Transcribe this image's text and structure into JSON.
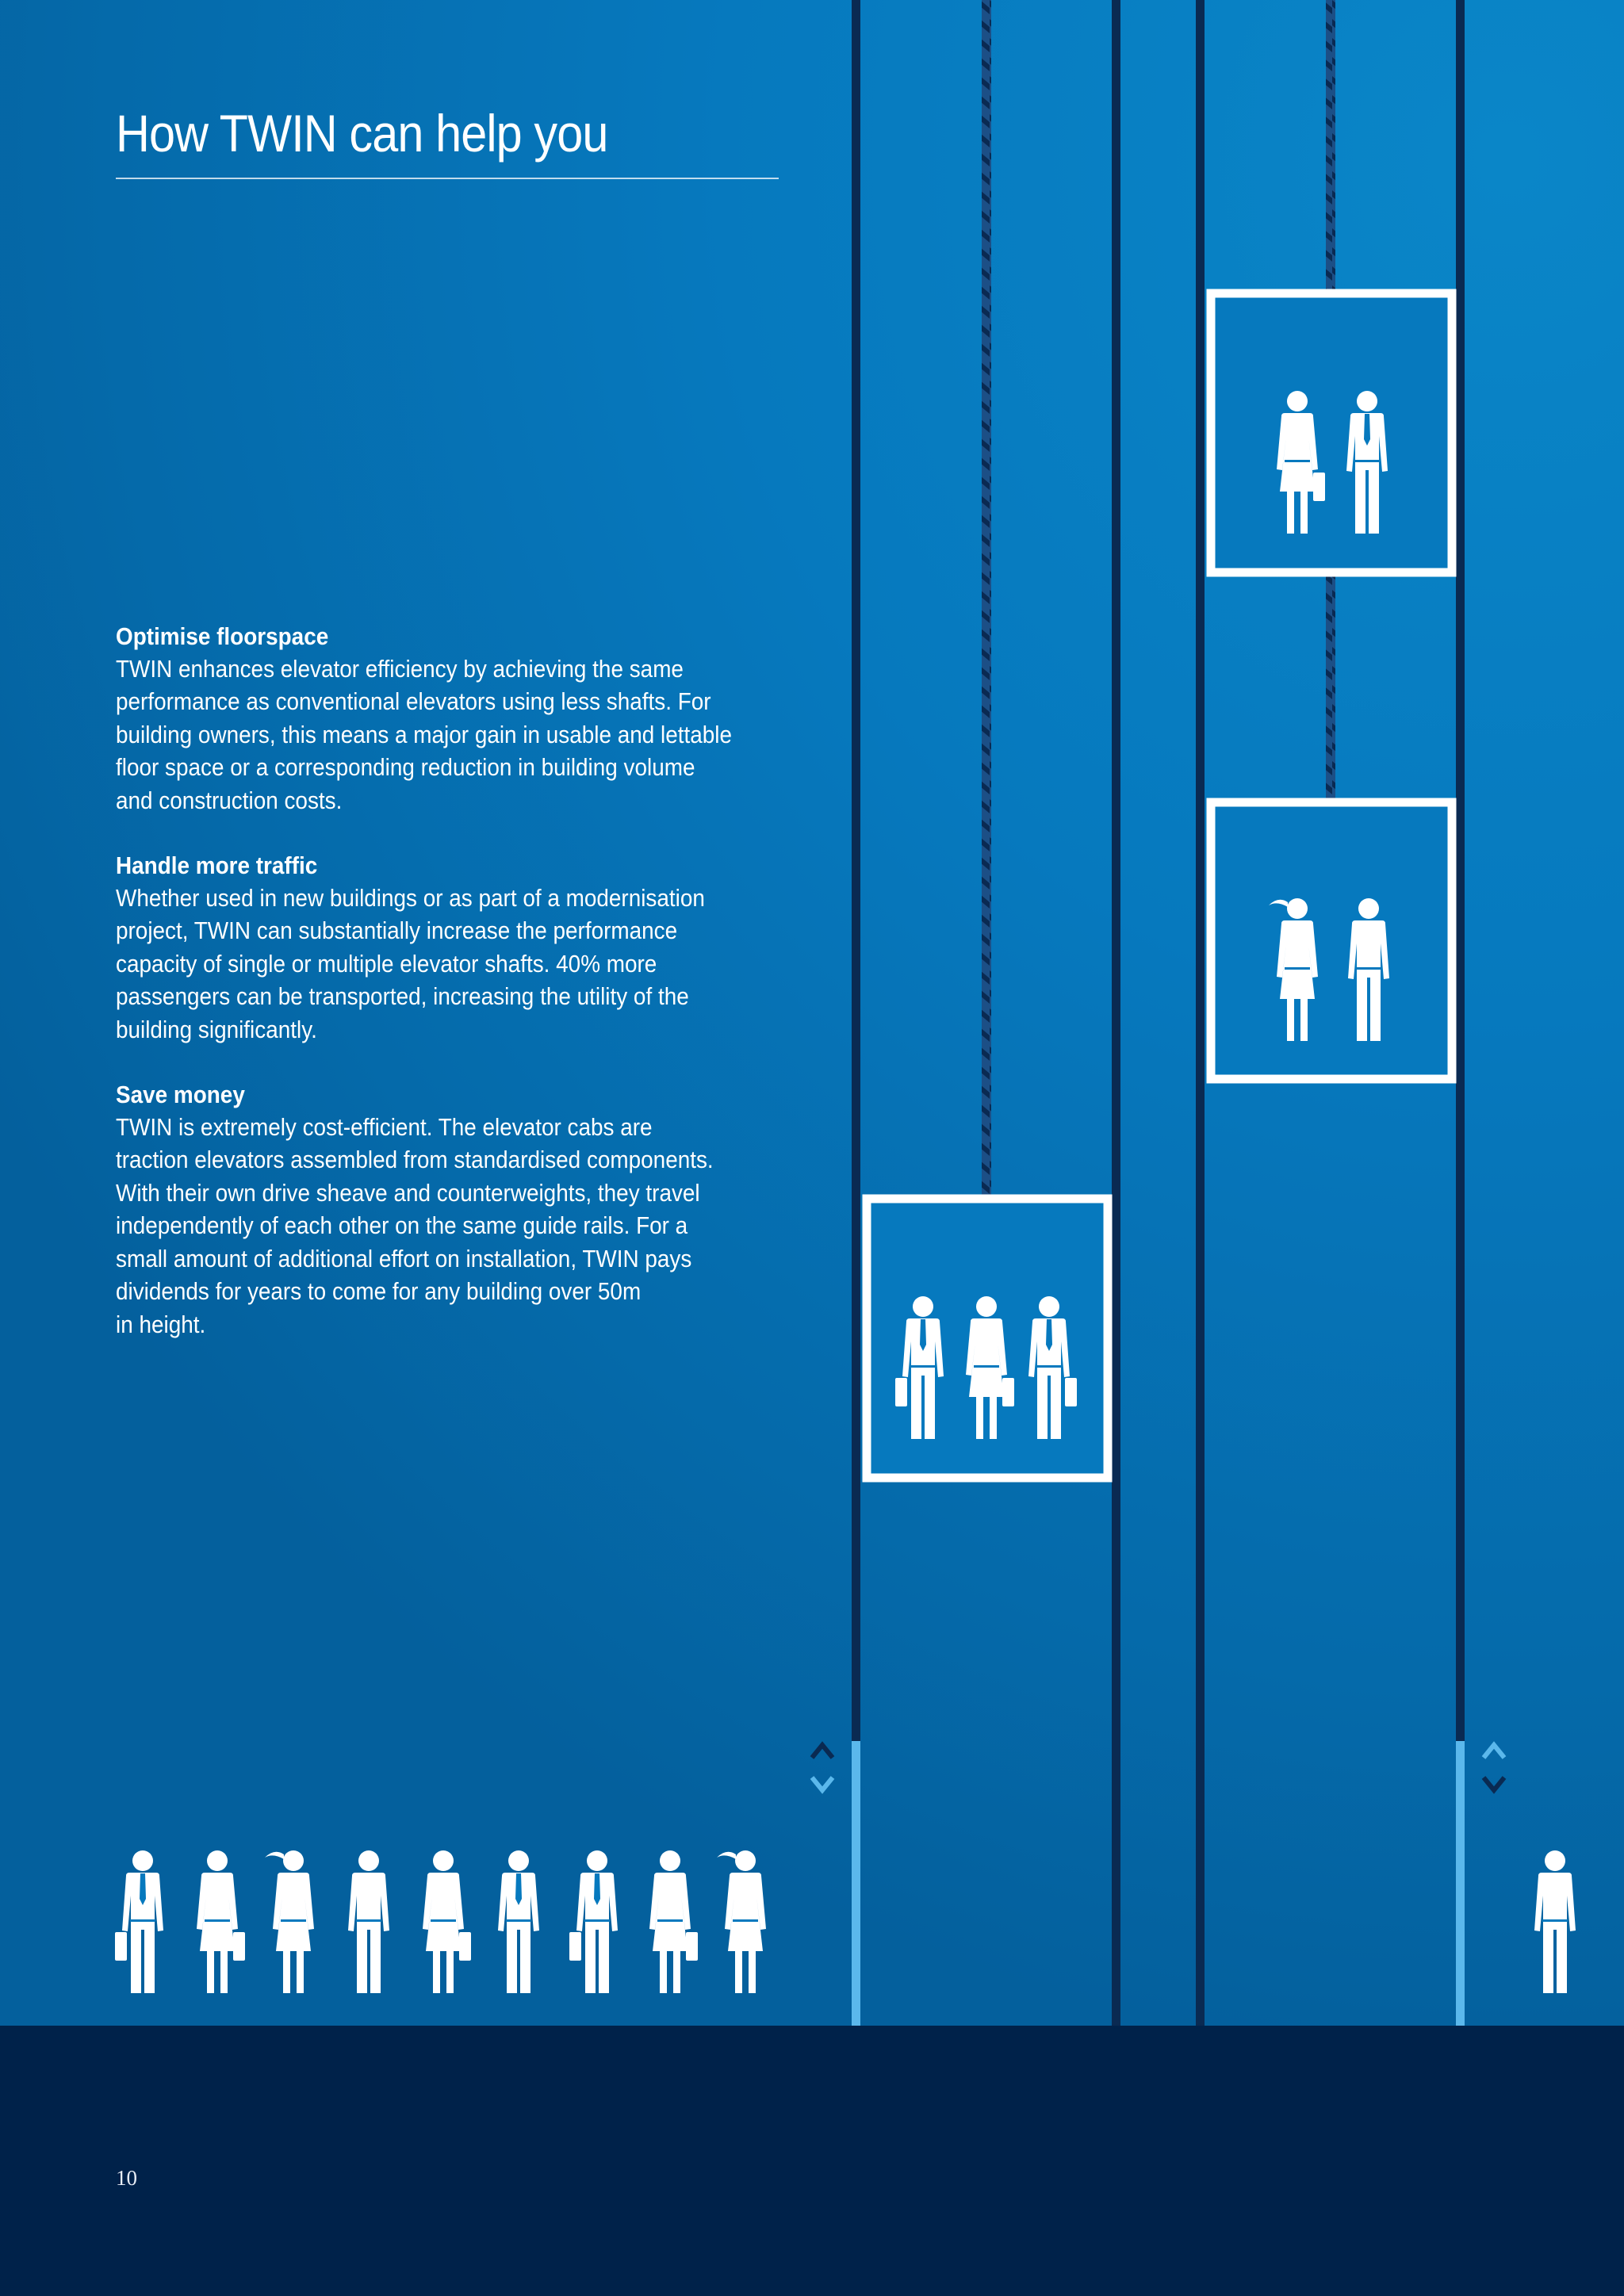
{
  "page": {
    "title": "How TWIN can help you",
    "sections": [
      {
        "heading": "Optimise floorspace",
        "lines": [
          "TWIN enhances elevator efficiency by achieving the same",
          "performance as conventional elevators using less shafts. For",
          "building owners, this means a major gain in usable and lettable",
          "floor space or a corresponding reduction in building volume",
          "and construction costs."
        ]
      },
      {
        "heading": "Handle more traffic",
        "lines": [
          "Whether used in new buildings or as part of a modernisation",
          "project, TWIN can substantially increase the performance",
          "capacity of single or multiple elevator shafts. 40% more",
          "passengers can be transported, increasing the utility of the",
          "building significantly."
        ]
      },
      {
        "heading": "Save money",
        "lines": [
          "TWIN is extremely cost-efficient. The elevator cabs are",
          "traction elevators assembled from standardised components.",
          "With their own drive sheave and counterweights, they travel",
          "independently of each other on the same guide rails. For a",
          "small amount of additional effort on installation, TWIN pays",
          "dividends for years to come for any building over 50m",
          "in height."
        ]
      }
    ],
    "page_number": "10"
  },
  "colors": {
    "background": "#0679be",
    "footer": "#00224a",
    "shaft_wall": "#0a2a52",
    "light_rail": "#5bb8ec",
    "figure": "#ffffff"
  },
  "illustration": {
    "icons": [
      "elevator-shaft",
      "elevator-cab",
      "person-man-icon",
      "person-woman-icon",
      "up-arrow-icon",
      "down-arrow-icon"
    ],
    "queue_left": [
      "man-briefcase",
      "woman-briefcase",
      "woman-ponytail",
      "man",
      "woman-briefcase",
      "man-tie",
      "man-briefcase",
      "woman-briefcase",
      "woman-ponytail"
    ],
    "cab_left": [
      "man-briefcase",
      "woman-briefcase",
      "man-briefcase"
    ],
    "cab_upper_right": [
      "woman-briefcase",
      "man-tie"
    ],
    "cab_lower_right": [
      "woman-ponytail",
      "man"
    ],
    "person_right": [
      "man"
    ]
  }
}
